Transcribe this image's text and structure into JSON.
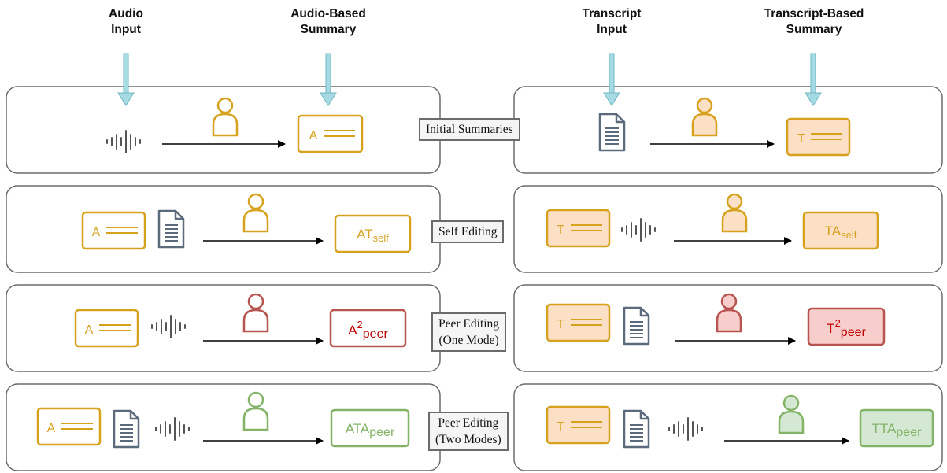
{
  "headers": {
    "audio_input": [
      "Audio",
      "Input"
    ],
    "audio_summary": [
      "Audio-Based",
      "Summary"
    ],
    "transcript_input": [
      "Transcript",
      "Input"
    ],
    "transcript_summary": [
      "Transcript-Based",
      "Summary"
    ]
  },
  "stages": {
    "initial": [
      "Initial Summaries"
    ],
    "self": [
      "Self Editing"
    ],
    "peer_one": [
      "Peer Editing",
      "(One Mode)"
    ],
    "peer_two": [
      "Peer Editing",
      "(Two Modes)"
    ]
  },
  "card_letters": {
    "audio": "A",
    "transcript": "T"
  },
  "outputs": {
    "at_self": {
      "base": "AT",
      "sub": "self"
    },
    "ta_self": {
      "base": "TA",
      "sub": "self"
    },
    "a2_peer": {
      "base": "A",
      "sup": "2",
      "sub": "peer"
    },
    "t2_peer": {
      "base": "T",
      "sup": "2",
      "sub": "peer"
    },
    "ata_peer": {
      "base": "ATA",
      "sub": "peer"
    },
    "tta_peer": {
      "base": "TTA",
      "sub": "peer"
    }
  },
  "colors": {
    "audio_card_stroke": "#d6a21e",
    "transcript_card_fill": "#fbe0c6",
    "self_person": "#d6a21e",
    "transcript_self_person_fill": "#fbe0c6",
    "peer_one_stroke": "#b85450",
    "peer_one_fill": "#f8cecc",
    "peer_one_text": "#c00000",
    "peer_two_stroke": "#82b366",
    "peer_two_fill": "#d5e8d4",
    "peer_two_text": "#82b366",
    "input_arrow": "#a7dbe3",
    "document_icon": "#5b6b7c",
    "waveform": "#555555"
  }
}
